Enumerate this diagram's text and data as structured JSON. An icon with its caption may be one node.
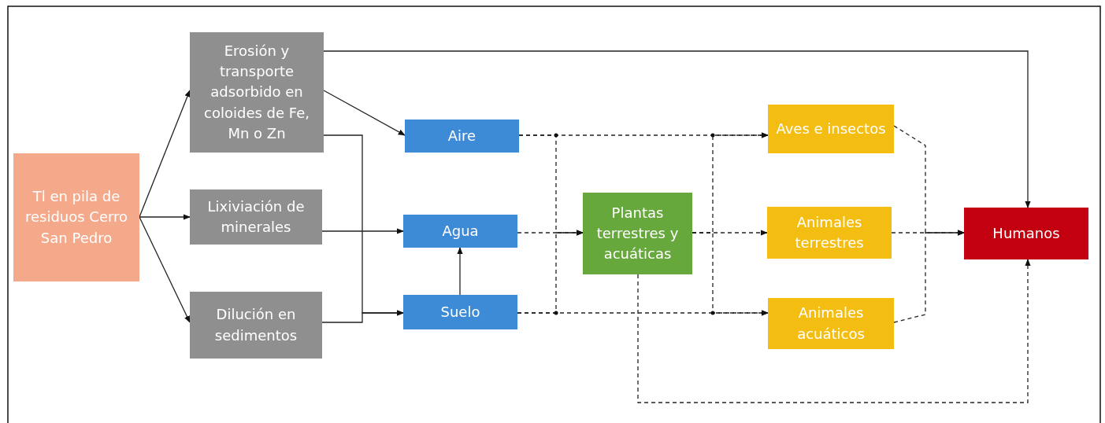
{
  "diagram": {
    "nodes": [
      {
        "text": [
          "Tl en pila de residuos Cerro San Pedro"
        ]
      },
      {
        "text": [
          "Erosión y transporte adsorbido en coloides de Fe, Mn o Zn"
        ]
      },
      {
        "text": [
          "Lixiviación de minerales"
        ]
      },
      {
        "text": [
          "Dilución en sedimentos"
        ]
      },
      {
        "text": [
          "Aire"
        ]
      },
      {
        "text": [
          "Agua"
        ]
      },
      {
        "text": [
          "Suelo"
        ]
      },
      {
        "text": [
          "Plantas terrestres y acuáticas"
        ]
      },
      {
        "text": [
          "Aves e insectos"
        ]
      },
      {
        "text": [
          "Animales terrestres"
        ]
      },
      {
        "text": [
          "Animales acuáticos"
        ]
      },
      {
        "text": [
          "Humanos"
        ]
      }
    ],
    "edges": [
      {
        "from": 0,
        "to": 1,
        "arrow": "to"
      },
      {
        "from": 0,
        "to": 2,
        "arrow": "to"
      },
      {
        "from": 0,
        "to": 3,
        "arrow": "to"
      },
      {
        "from": 1,
        "to": 11,
        "arrow": "to"
      },
      {
        "from": 1,
        "to": 4,
        "arrow": "to"
      },
      {
        "from": 1,
        "to": 6,
        "arrow": "to"
      },
      {
        "from": 2,
        "to": 5,
        "arrow": "to"
      },
      {
        "from": 3,
        "to": 6,
        "arrow": "to"
      },
      {
        "from": 6,
        "to": 5,
        "arrow": "to"
      },
      {
        "from": 4,
        "to": 8,
        "arrow": "to",
        "style": "dashed"
      },
      {
        "from": 4,
        "to": 7,
        "arrow": "to",
        "style": "dashed"
      },
      {
        "from": 5,
        "to": 7,
        "arrow": "to",
        "style": "dashed"
      },
      {
        "from": 6,
        "to": 7,
        "arrow": "to",
        "style": "dashed"
      },
      {
        "from": 6,
        "to": 10,
        "arrow": "to",
        "style": "dashed"
      },
      {
        "from": 7,
        "to": 8,
        "arrow": "to",
        "style": "dashed"
      },
      {
        "from": 7,
        "to": 9,
        "arrow": "to",
        "style": "dashed"
      },
      {
        "from": 7,
        "to": 10,
        "arrow": "to",
        "style": "dashed"
      },
      {
        "from": 8,
        "to": 11,
        "arrow": "to",
        "style": "dashed"
      },
      {
        "from": 9,
        "to": 11,
        "arrow": "to",
        "style": "dashed"
      },
      {
        "from": 10,
        "to": 11,
        "arrow": "to",
        "style": "dashed"
      },
      {
        "from": 7,
        "to": 11,
        "arrow": "to",
        "style": "dashed"
      }
    ]
  }
}
